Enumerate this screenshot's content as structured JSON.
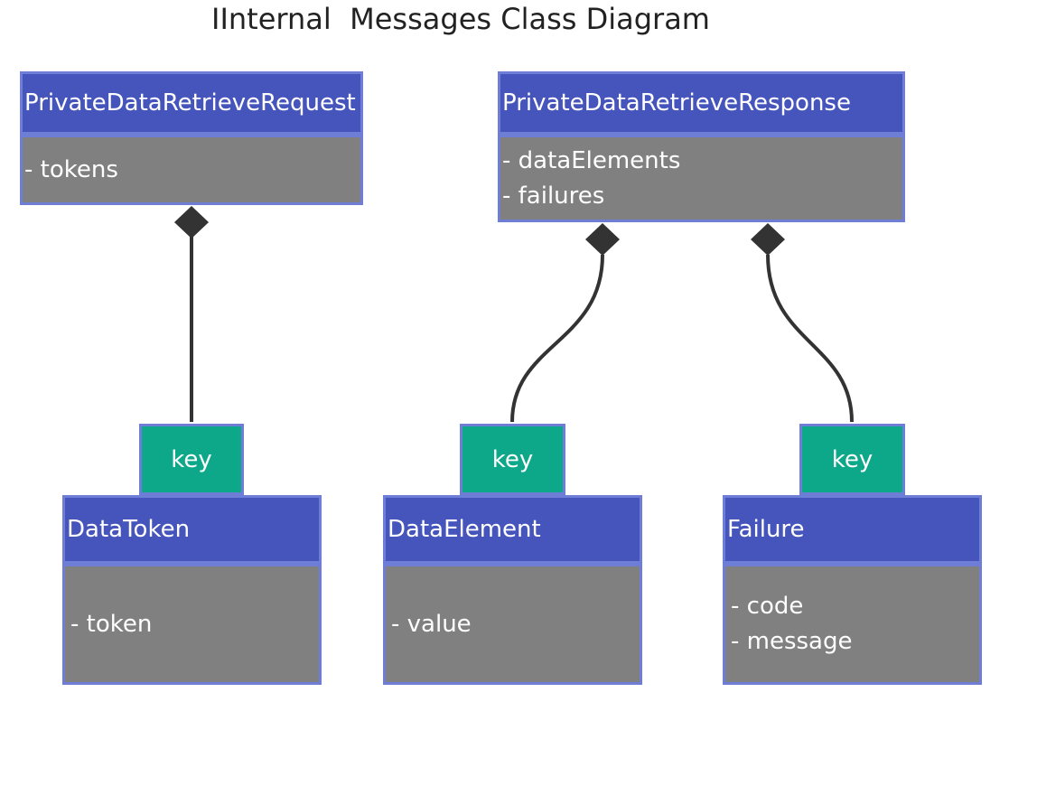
{
  "title": "IInternal  Messages Class Diagram",
  "classes": {
    "request": {
      "name": "PrivateDataRetrieveRequest",
      "attributes": [
        "- tokens"
      ]
    },
    "response": {
      "name": "PrivateDataRetrieveResponse",
      "attributes": [
        "- dataElements",
        "- failures"
      ]
    },
    "data_token": {
      "name": "DataToken",
      "key": "key",
      "attributes": [
        "- token"
      ]
    },
    "data_element": {
      "name": "DataElement",
      "key": "key",
      "attributes": [
        "- value"
      ]
    },
    "failure": {
      "name": "Failure",
      "key": "key",
      "attributes": [
        "- code",
        "- message"
      ]
    }
  },
  "relationships": [
    {
      "type": "composition",
      "from": "PrivateDataRetrieveRequest",
      "to": "DataToken"
    },
    {
      "type": "composition",
      "from": "PrivateDataRetrieveResponse",
      "to": "DataElement"
    },
    {
      "type": "composition",
      "from": "PrivateDataRetrieveResponse",
      "to": "Failure"
    }
  ],
  "colors": {
    "header": "#4555bc",
    "body": "#808080",
    "border": "#6e7ed6",
    "key": "#0da78a",
    "edge": "#333333"
  }
}
